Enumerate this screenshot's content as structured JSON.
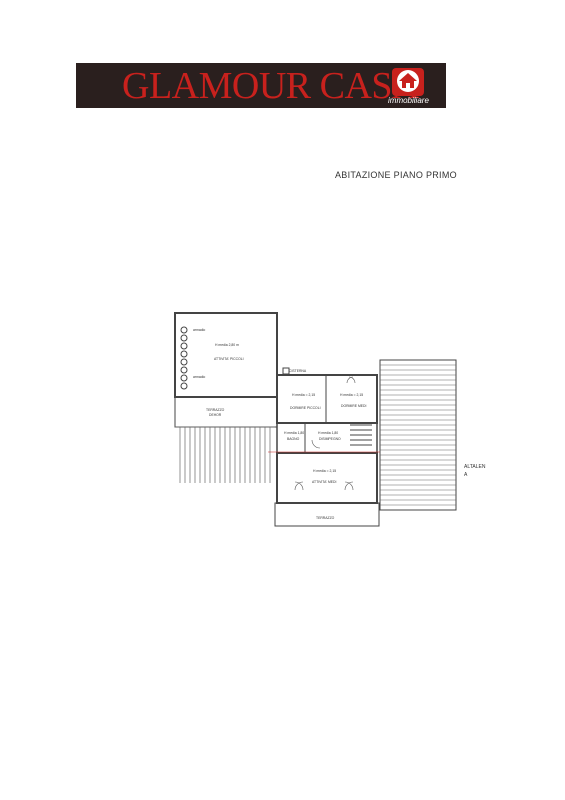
{
  "header": {
    "brand": "GLAMOUR CASA",
    "brand_sub": "immobiliare",
    "logo_icon": "house-icon",
    "brand_color": "#c8211d",
    "banner_color": "#2a1f1e"
  },
  "document": {
    "title": "ABITAZIONE PIANO PRIMO"
  },
  "plan": {
    "room_attivita_height": "H media 2,80 m",
    "room_attivita": "ATTIVITA' PICCOLI",
    "terrazzo": "TERRAZZO",
    "terrazzo_sub": "DEHOR",
    "room_piccoli_height": "H media = 2,15",
    "room_piccoli": "DORMIRE PICCOLI",
    "room_medi_height": "H media = 2,15",
    "room_medi": "DORMIRE MEDI",
    "bagno_height": "H media 1,80",
    "bagno": "BAGNO",
    "disimpegno_height": "H media 1,80",
    "disimpegno": "DISIMPEGNO",
    "room_attivita_medi_height": "H media = 2,15",
    "room_attivita_medi": "ATTIVITA' MEDI",
    "terrazzo_bottom": "TERRAZZO",
    "cisterna": "CISTERNA",
    "armadio_top": "armadio",
    "armadio_bottom": "armadio",
    "altalena_1": "ALTALEN",
    "altalena_2": "A"
  }
}
